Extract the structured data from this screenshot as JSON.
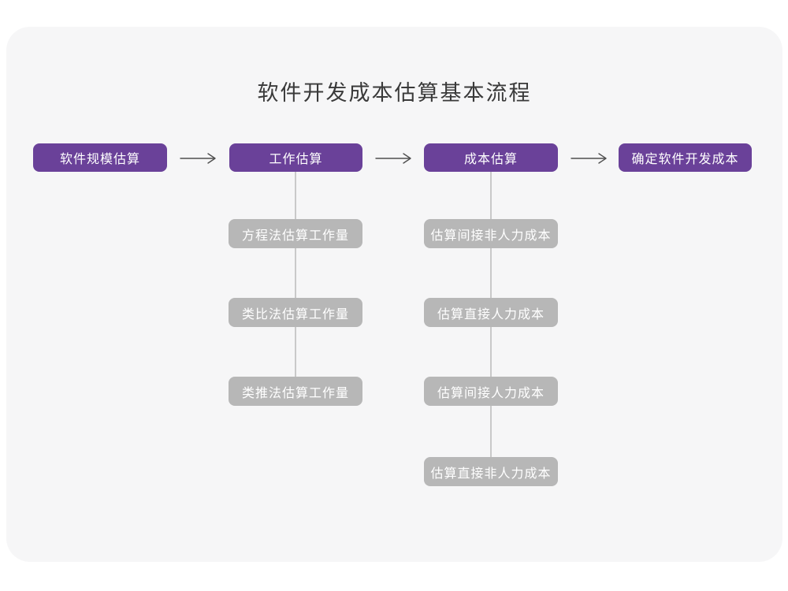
{
  "title": "软件开发成本估算基本流程",
  "colors": {
    "page_bg": "#ffffff",
    "card_bg": "#f6f6f7",
    "title_text": "#3a3a3a",
    "primary_box_bg": "#6a4199",
    "primary_box_text": "#ffffff",
    "sub_box_bg": "#b7b7b7",
    "sub_box_text": "#ffffff",
    "connector": "#c9c9c9",
    "arrow": "#4f4f4f"
  },
  "flow": {
    "main_steps": [
      "软件规模估算",
      "工作估算",
      "成本估算",
      "确定软件开发成本"
    ],
    "work_methods": [
      "方程法估算工作量",
      "类比法估算工作量",
      "类推法估算工作量"
    ],
    "cost_steps": [
      "估算间接非人力成本",
      "估算直接人力成本",
      "估算间接人力成本",
      "估算直接非人力成本"
    ]
  }
}
